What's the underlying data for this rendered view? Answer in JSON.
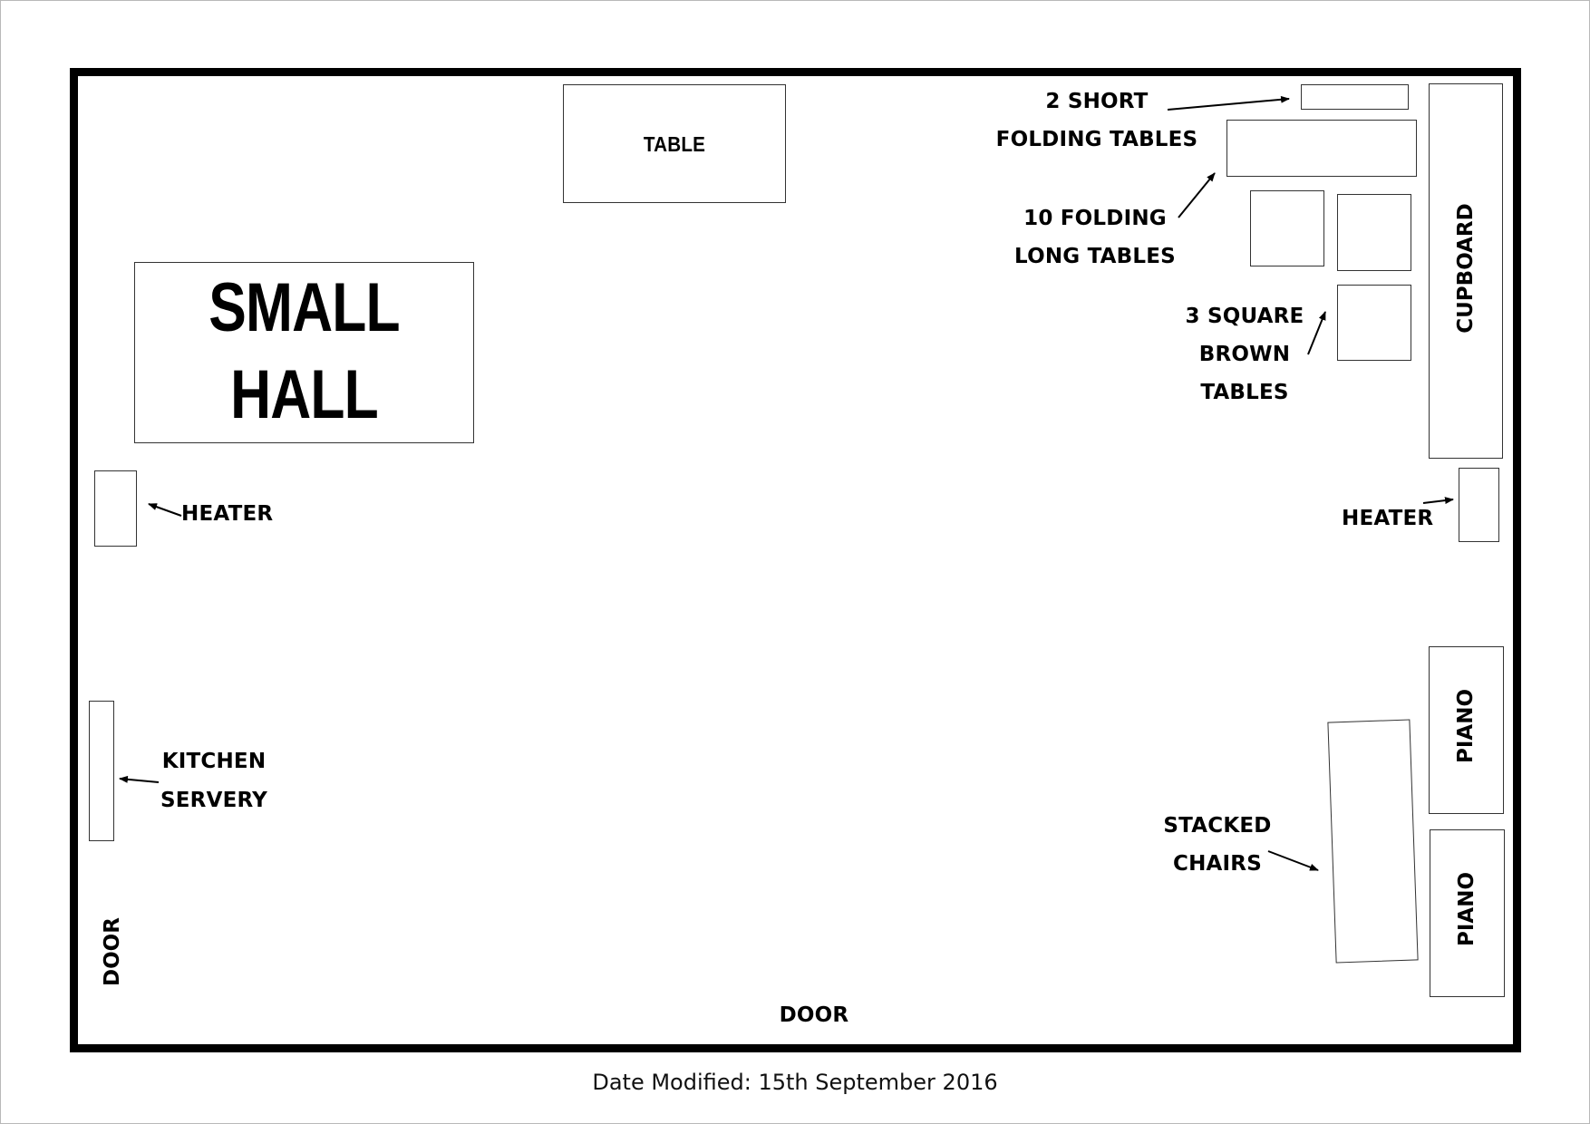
{
  "diagram": {
    "title_line1": "SMALL",
    "title_line2": "HALL",
    "footer": "Date Modified: 15th September 2016",
    "items": {
      "table": "TABLE",
      "short_tables_line1": "2 SHORT",
      "short_tables_line2": "FOLDING TABLES",
      "long_tables_line1": "10 FOLDING",
      "long_tables_line2": "LONG TABLES",
      "square_tables_line1": "3 SQUARE",
      "square_tables_line2": "BROWN",
      "square_tables_line3": "TABLES",
      "cupboard": "CUPBOARD",
      "heater_left": "HEATER",
      "heater_right": "HEATER",
      "kitchen_line1": "KITCHEN",
      "kitchen_line2": "SERVERY",
      "door_left": "DOOR",
      "door_bottom": "DOOR",
      "piano_1": "PIANO",
      "piano_2": "PIANO",
      "chairs_line1": "STACKED",
      "chairs_line2": "CHAIRS"
    }
  }
}
